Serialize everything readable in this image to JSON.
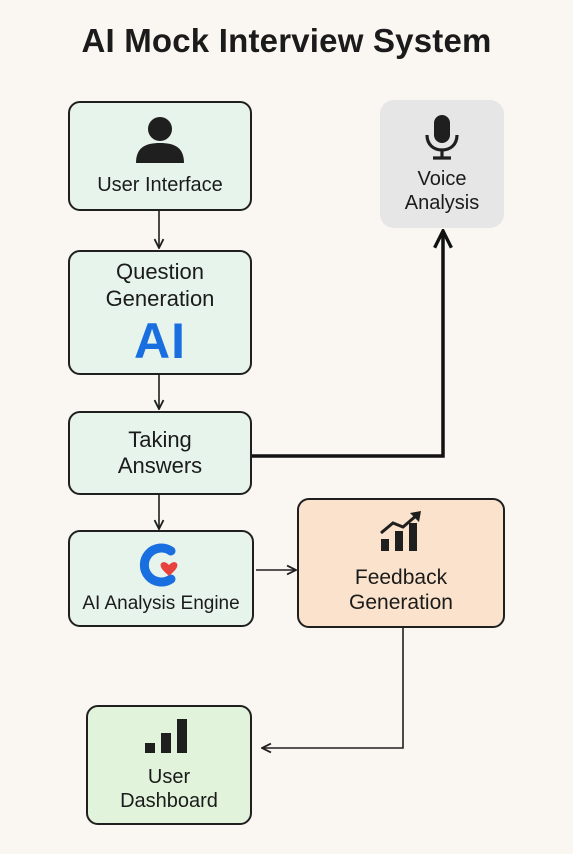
{
  "title": "AI Mock Interview System",
  "nodes": {
    "user_interface": {
      "label": "User Interface",
      "icon": "user-icon"
    },
    "voice_analysis": {
      "label_line1": "Voice",
      "label_line2": "Analysis",
      "icon": "microphone-icon"
    },
    "question_generation": {
      "label_line1": "Question",
      "label_line2": "Generation",
      "badge": "AI"
    },
    "taking_answers": {
      "label_line1": "Taking",
      "label_line2": "Answers"
    },
    "ai_analysis_engine": {
      "label": "AI Analysis Engine",
      "icon": "analysis-engine-logo-icon"
    },
    "feedback_generation": {
      "label_line1": "Feedback",
      "label_line2": "Generation",
      "icon": "trending-bar-chart-icon"
    },
    "user_dashboard": {
      "label_line1": "User",
      "label_line2": "Dashboard",
      "icon": "bar-chart-icon"
    }
  },
  "colors": {
    "mint": "#e7f4ec",
    "gray": "#e6e6e6",
    "peach": "#fbe2cc",
    "green": "#e2f3dc",
    "ai_blue": "#1a6fe0",
    "heart_red": "#e8423f"
  }
}
